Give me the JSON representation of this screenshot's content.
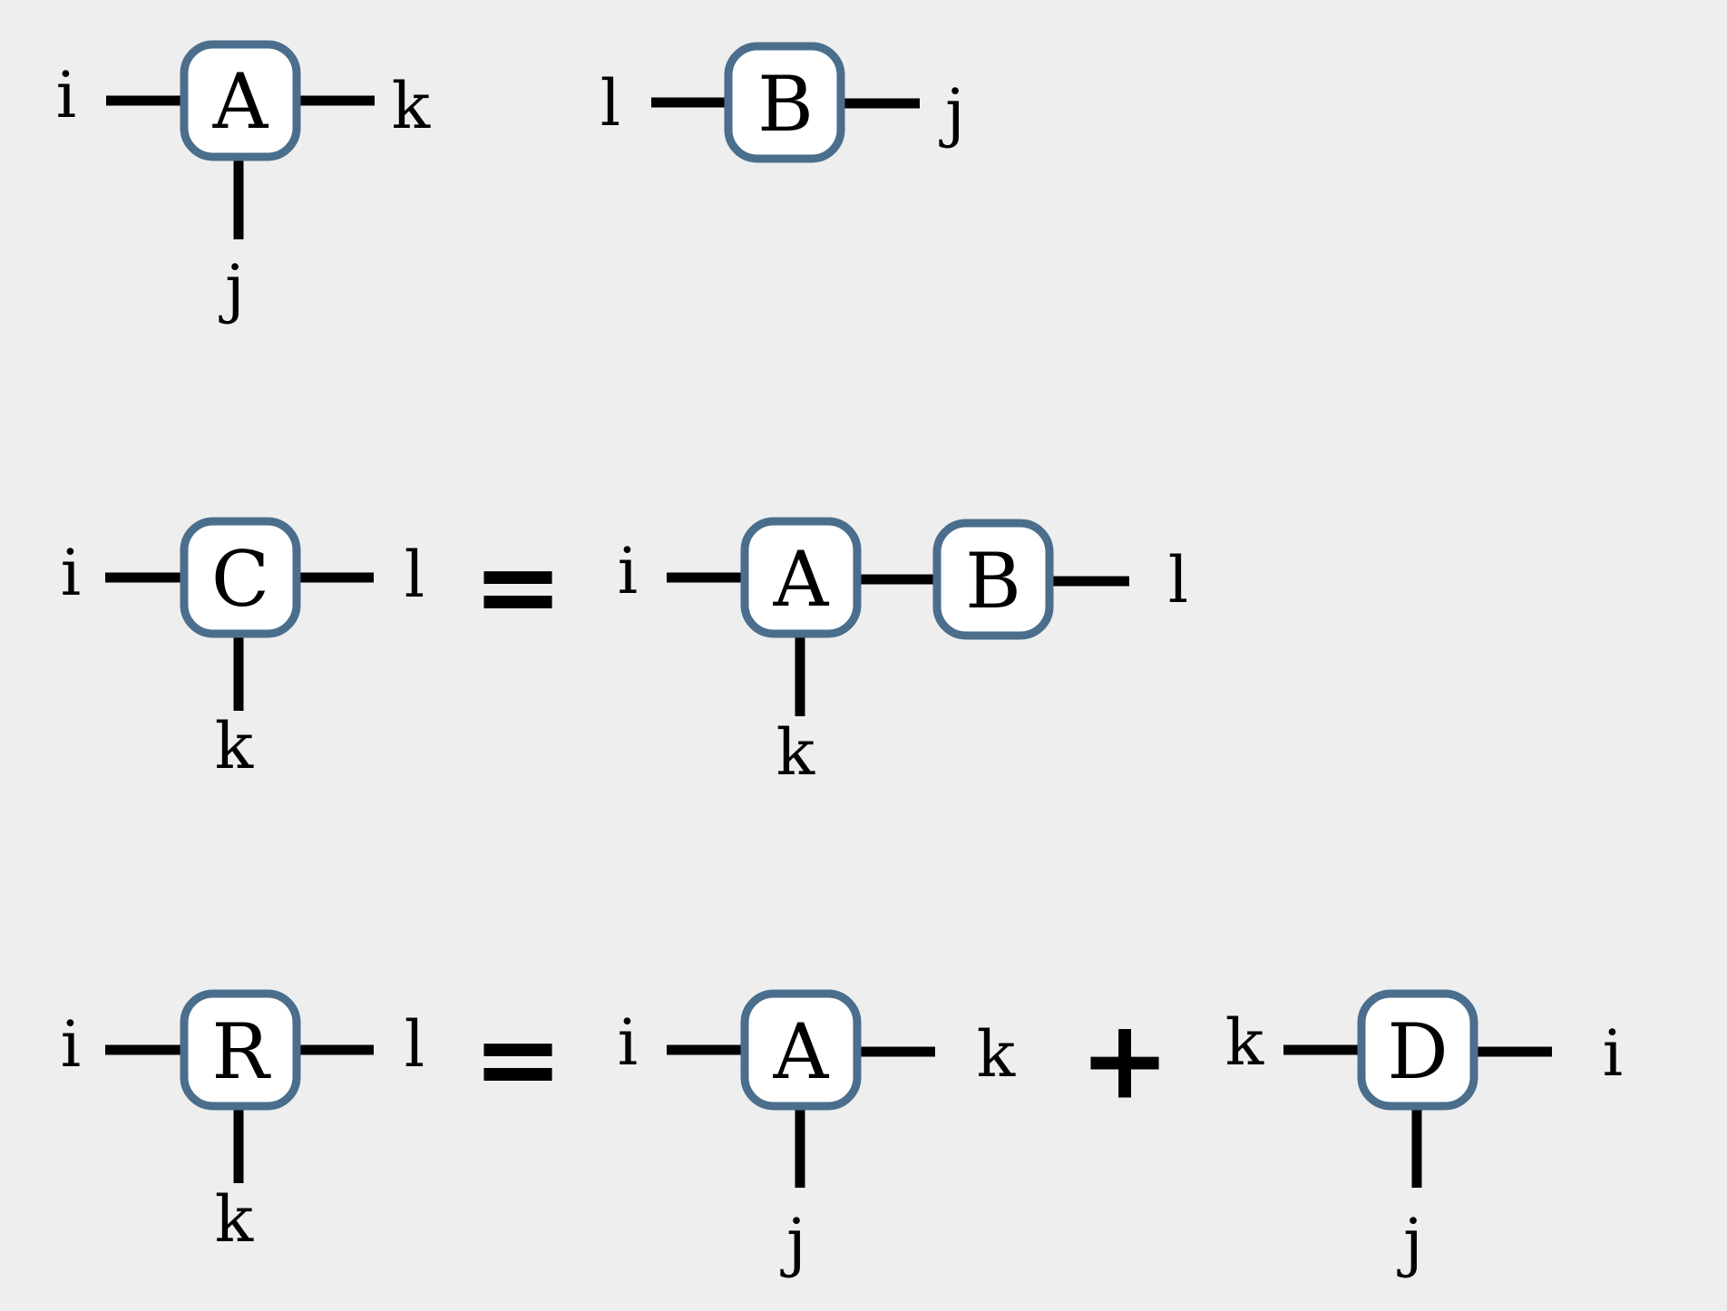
{
  "colors": {
    "background": "#eeeeee",
    "node_fill": "#ffffff",
    "node_border": "#4a6e8c",
    "edge": "#000000"
  },
  "tensors": {
    "row1_A": {
      "name": "A",
      "left": "i",
      "right": "k",
      "bottom": "j"
    },
    "row1_B": {
      "name": "B",
      "left": "l",
      "right": "j"
    },
    "row2_C": {
      "name": "C",
      "left": "i",
      "right": "l",
      "bottom": "k"
    },
    "row2_A": {
      "name": "A",
      "left": "i",
      "bottom": "k"
    },
    "row2_B": {
      "name": "B",
      "right": "l"
    },
    "row3_R": {
      "name": "R",
      "left": "i",
      "right": "l",
      "bottom": "k"
    },
    "row3_A": {
      "name": "A",
      "left": "i",
      "right": "k",
      "bottom": "j"
    },
    "row3_D": {
      "name": "D",
      "left": "k",
      "right": "i",
      "bottom": "j"
    }
  },
  "operators": {
    "row2_equals": "=",
    "row3_equals": "=",
    "row3_plus": "+"
  }
}
